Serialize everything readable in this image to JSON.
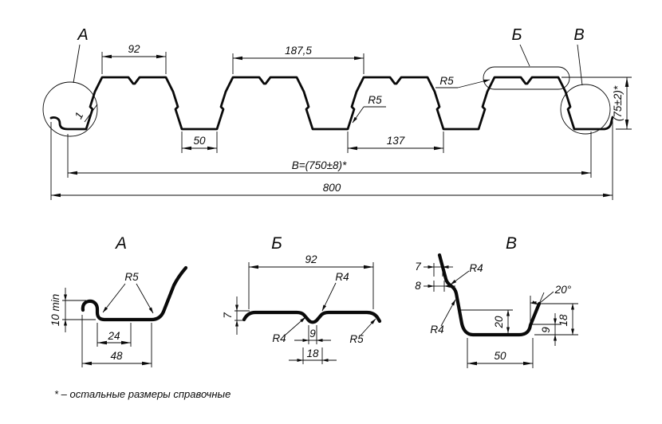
{
  "main_view": {
    "label_a": "А",
    "label_b": "Б",
    "label_v": "В",
    "dim_crest_width": "92",
    "dim_pitch": "187,5",
    "dim_thickness": "1",
    "dim_bottom_flat": "50",
    "dim_rib_base": "137",
    "radius_wall": "R5",
    "radius_crest": "R5",
    "dim_working_width": "B=(750±8)*",
    "dim_overall_width": "800",
    "dim_height": "(75±2)*"
  },
  "detail_a": {
    "title": "А",
    "radius": "R5",
    "dim_flat": "24",
    "dim_total": "48",
    "dim_lip_height": "10 min"
  },
  "detail_b": {
    "title": "Б",
    "dim_width": "92",
    "radius_notch_right": "R4",
    "radius_notch_left": "R4",
    "dim_notch_bottom": "9",
    "dim_notch_top": "18",
    "radius_end": "R5",
    "dim_edge_drop": "7"
  },
  "detail_v": {
    "title": "В",
    "dim_step_top": "7",
    "dim_step_bottom": "8",
    "radius_top": "R4",
    "radius_bottom": "R4",
    "dim_angle": "20°",
    "dim_web": "20",
    "dim_flat": "50",
    "dim_lip_start": "9",
    "dim_lip_height": "18"
  },
  "footnote": "* – остальные размеры справочные"
}
